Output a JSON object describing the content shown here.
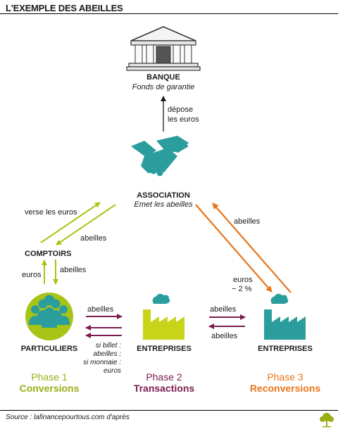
{
  "title": "L'EXEMPLE DES ABEILLES",
  "colors": {
    "green": "#a8c416",
    "teal": "#2a9d9c",
    "maroon": "#7a1d4e",
    "orange": "#e8751a",
    "phase1_title": "#9aad14",
    "phase2_title": "#7a1d4e",
    "phase3_title": "#e8751a"
  },
  "bank": {
    "icon": "bank-building-icon",
    "name": "BANQUE",
    "subtitle": "Fonds de garantie",
    "arrow_label_1": "dépose",
    "arrow_label_2": "les euros"
  },
  "association": {
    "icon": "handshake-icon",
    "name": "ASSOCIATION",
    "subtitle": "Emet les abeilles"
  },
  "left_arrows": {
    "verse": "verse les euros",
    "abeilles": "abeilles"
  },
  "comptoirs": {
    "name": "COMPTOIRS",
    "euros": "euros",
    "abeilles": "abeilles"
  },
  "particuliers": {
    "icon": "people-group-icon",
    "name": "PARTICULIERS"
  },
  "middle_arrows": {
    "abeilles": "abeilles",
    "note_1": "si billet :",
    "note_2": "abeilles ;",
    "note_3": "si monnaie :",
    "note_4": "euros"
  },
  "entreprises_1": {
    "icon": "factory-icon",
    "name": "ENTREPRISES"
  },
  "right_arrows": {
    "abeilles_top": "abeilles",
    "abeilles_bottom": "abeilles"
  },
  "entreprises_2": {
    "icon": "factory-icon",
    "name": "ENTREPRISES"
  },
  "reconversion_arrows": {
    "abeilles": "abeilles",
    "euros": "euros",
    "fee": "− 2 %"
  },
  "phases": [
    {
      "name": "Phase 1",
      "title": "Conversions"
    },
    {
      "name": "Phase 2",
      "title": "Transactions"
    },
    {
      "name": "Phase 3",
      "title": "Reconversions"
    }
  ],
  "source": "Source : lafinancepourtous.com d'après"
}
